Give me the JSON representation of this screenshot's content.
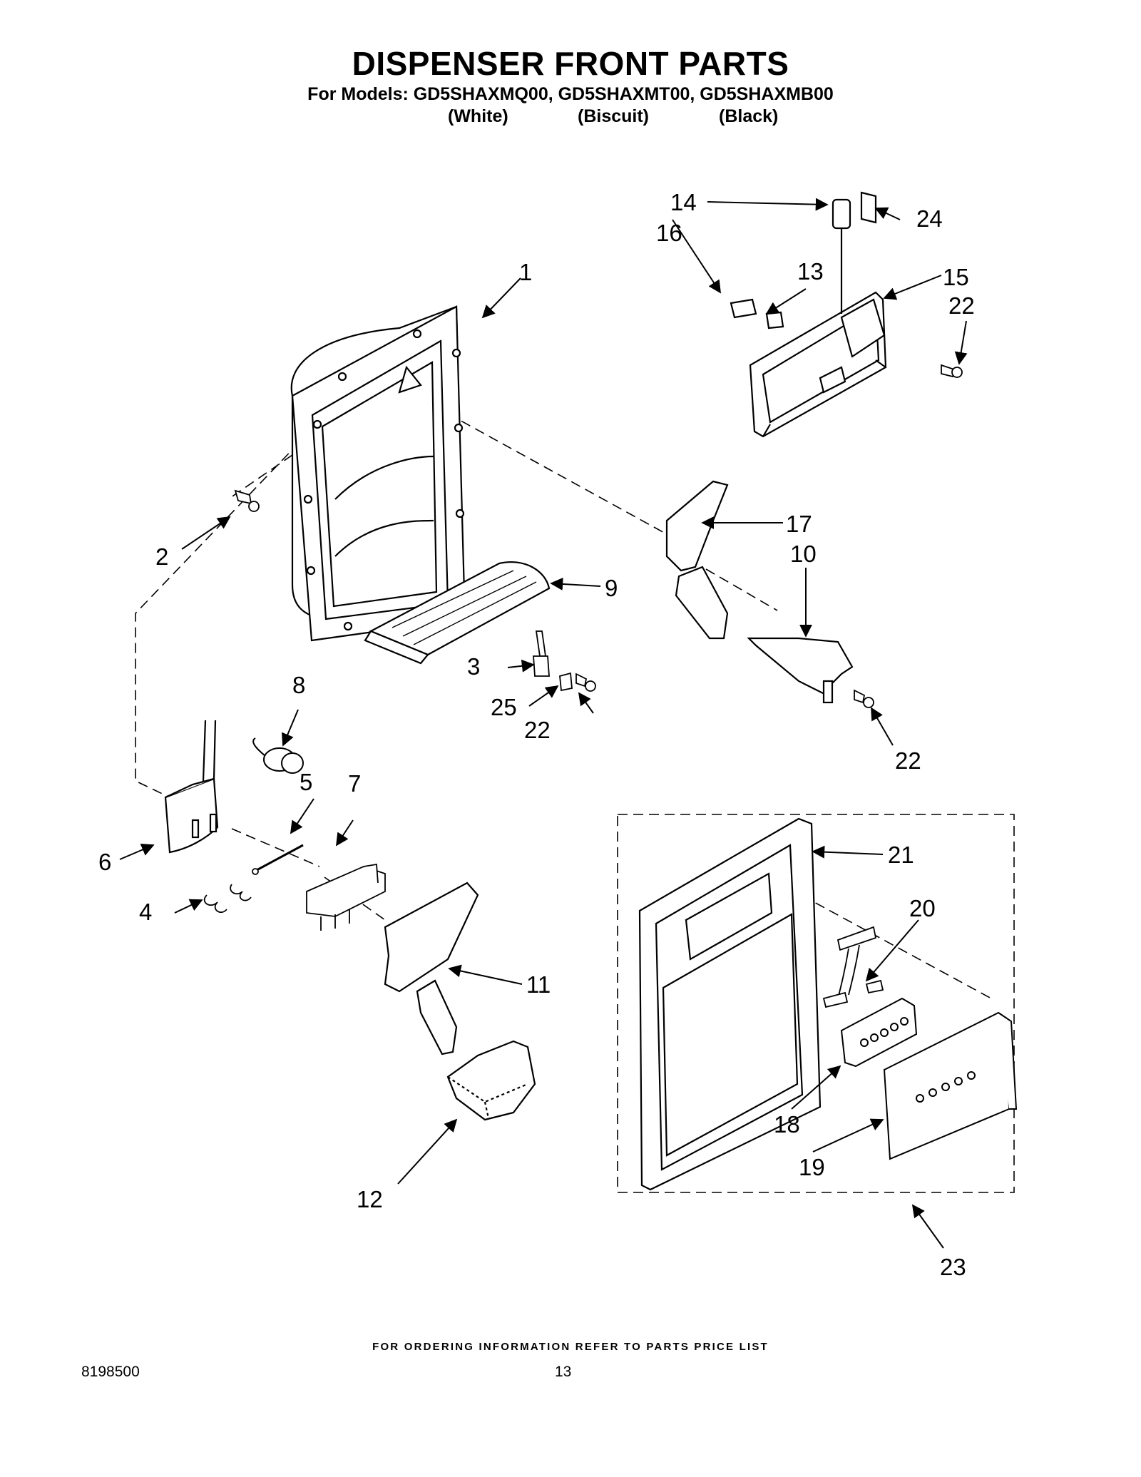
{
  "header": {
    "title": "DISPENSER FRONT PARTS",
    "models_line": "For Models: GD5SHAXMQ00, GD5SHAXMT00, GD5SHAXMB00",
    "variants": [
      "(White)",
      "(Biscuit)",
      "(Black)"
    ]
  },
  "callouts": {
    "c1": "1",
    "c2": "2",
    "c3": "3",
    "c4": "4",
    "c5": "5",
    "c6": "6",
    "c7": "7",
    "c8": "8",
    "c9": "9",
    "c10": "10",
    "c11": "11",
    "c12": "12",
    "c13": "13",
    "c14": "14",
    "c15": "15",
    "c16": "16",
    "c17": "17",
    "c18": "18",
    "c19": "19",
    "c20": "20",
    "c21": "21",
    "c22a": "22",
    "c22b": "22",
    "c22c": "22",
    "c23": "23",
    "c24": "24",
    "c25": "25"
  },
  "footer": {
    "ordering_note": "FOR ORDERING INFORMATION REFER TO PARTS PRICE LIST",
    "doc_number": "8198500",
    "page_number": "13"
  }
}
